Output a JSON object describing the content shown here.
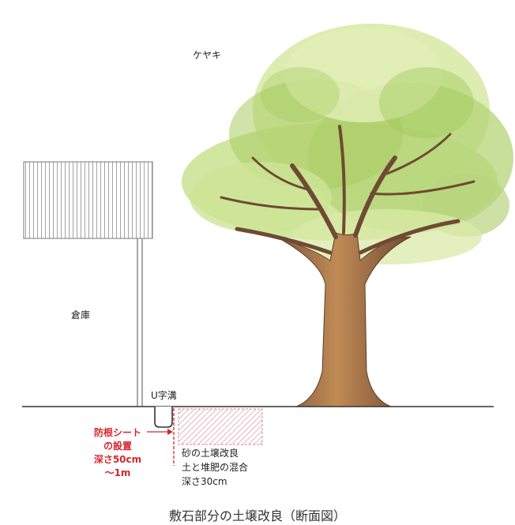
{
  "diagram": {
    "tree_label": "ケヤキ",
    "storehouse_label": "倉庫",
    "gutter_label": "U字溝",
    "root_sheet": {
      "line1": "防根シート",
      "line2": "の設置",
      "line3": "深さ50cm",
      "line4": "～1m"
    },
    "soil": {
      "line1": "砂の土壌改良",
      "line2": "土と堆肥の混合",
      "line3": "深さ30cm"
    },
    "caption": "敷石部分の土壌改良（断面図）"
  },
  "colors": {
    "root_sheet_red": "#d8262b",
    "foliage_light": "#c9e08a",
    "foliage_mid": "#9fc95a",
    "trunk": "#b07a4a",
    "ground_line": "#333333"
  }
}
